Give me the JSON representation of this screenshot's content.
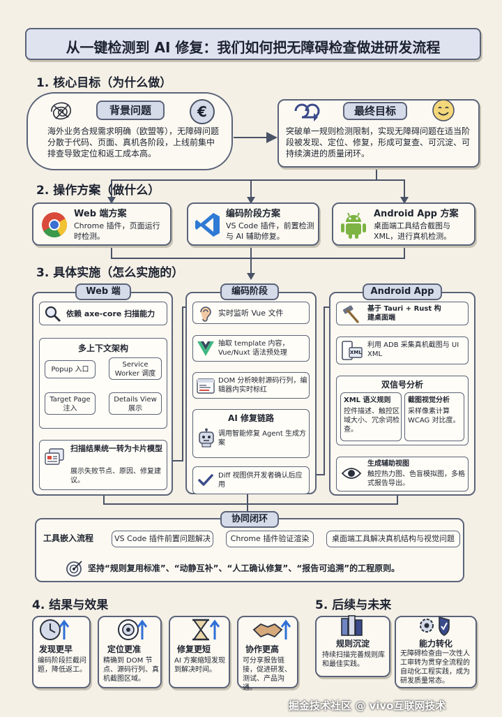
{
  "title": "从一键检测到 AI 修复：我们如何把无障碍检查做进研发流程",
  "sections": {
    "s1": "1. 核心目标（为什么做）",
    "s2": "2. 操作方案（做什么）",
    "s3": "3. 具体实施（怎么实施的）",
    "s4": "4. 结果与效果",
    "s5": "5. 后续与未来"
  },
  "goals": {
    "background": {
      "label": "背景问题",
      "text": "海外业务合规需求明确（欧盟等），无障碍问题分散于代码、页面、真机各阶段，上线前集中排查导致定位和返工成本高。"
    },
    "final": {
      "label": "最终目标",
      "text": "突破单一规则检测限制，实现无障碍问题在适当阶段被发现、定位、修复，形成可复查、可沉淀、可持续演进的质量闭环。"
    }
  },
  "plans": [
    {
      "title": "Web 端方案",
      "text": "Chrome 插件，页面运行时检测。",
      "icon": "chrome-icon"
    },
    {
      "title": "编码阶段方案",
      "text": "VS Code 插件，前置检测与 AI 辅助修复。",
      "icon": "vscode-icon"
    },
    {
      "title": "Android App 方案",
      "text": "桌面端工具结合截图与 XML，进行真机检测。",
      "icon": "android-icon"
    }
  ],
  "impl": {
    "web": {
      "header": "Web 端",
      "axe": "依赖 axe-core 扫描能力",
      "arch_title": "多上下文架构",
      "nodes": [
        "Popup 入口",
        "Service Worker 调度",
        "Target Page 注入",
        "Details View 展示"
      ],
      "card_title": "扫描结果统一转为卡片模型",
      "card_text": "展示失败节点、原因、修复建议。"
    },
    "code": {
      "header": "编码阶段",
      "steps": [
        "实时监听 Vue 文件",
        "抽取 template 内容，Vue/Nuxt 语法预处理",
        "DOM 分析映射源码行列，编辑器内实时标红"
      ],
      "ai_title": "AI 修复链路",
      "ai_text": "调用智能修复 Agent 生成方案",
      "diff": "Diff 视图供开发者确认后应用"
    },
    "android": {
      "header": "Android App",
      "tauri": "基于 Tauri + Rust 构建桌面端",
      "adb": "利用 ADB 采集真机截图与 UI XML",
      "xml_badge": "XML",
      "dual_title": "双信号分析",
      "xml_title": "XML 语义规则",
      "xml_text": "控件描述、触控区域大小、冗余词检查。",
      "shot_title": "截图视觉分析",
      "shot_text": "采样像素计算 WCAG 对比度。",
      "gen_title": "生成辅助视图",
      "gen_text": "触控热力图、色盲模拟图，多格式报告导出。"
    }
  },
  "loop": {
    "header": "协同闭环",
    "flow_label": "工具嵌入流程",
    "flow": [
      "VS Code 插件前置问题解决",
      "Chrome 插件验证渲染",
      "桌面端工具解决真机结构与视觉问题"
    ],
    "principle": "坚持“规则复用标准”、“动静互补”、“人工确认修复”、“报告可追溯”的工程原则。"
  },
  "results": [
    {
      "title": "发现更早",
      "text": "编码阶段拦截问题，降低返工。",
      "icon": "clock-icon"
    },
    {
      "title": "定位更准",
      "text": "精确到 DOM 节点、源码行列、真机截图区域。",
      "icon": "target-icon"
    },
    {
      "title": "修复更短",
      "text": "AI 方案缩短发现到解决时间。",
      "icon": "hourglass-icon"
    },
    {
      "title": "协作更高",
      "text": "可分享报告链接，促进研发、测试、产品沟通。",
      "icon": "handshake-icon"
    }
  ],
  "future": [
    {
      "title": "规则沉淀",
      "text": "持续扫描完善规则库和最佳实践。",
      "icon": "books-icon"
    },
    {
      "title": "能力转化",
      "text": "无障碍检查由一次性人工审转为贯穿全流程的自动化工程实践，成为研发质量常态。",
      "icon": "gear-shield-icon"
    }
  ],
  "watermark": "掘金技术社区 @ vivo互联网技术",
  "colors": {
    "accent": "#2f6fd6",
    "panel": "#d6dbe9",
    "outline": "#5b6378"
  }
}
